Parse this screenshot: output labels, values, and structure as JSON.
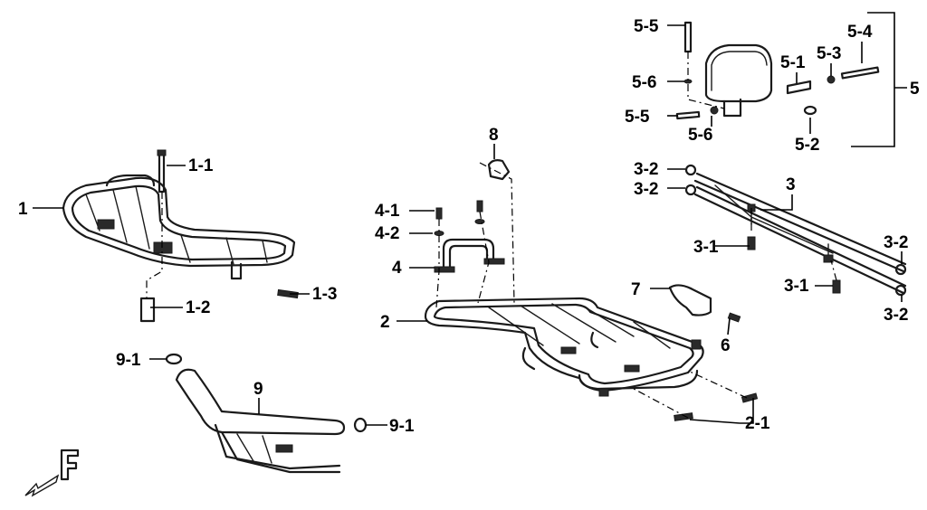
{
  "callouts": {
    "c1": "1",
    "c1_1": "1-1",
    "c1_2": "1-2",
    "c1_3": "1-3",
    "c2": "2",
    "c2_1": "2-1",
    "c3": "3",
    "c3_1a": "3-1",
    "c3_1b": "3-1",
    "c3_2a": "3-2",
    "c3_2b": "3-2",
    "c3_2c": "3-2",
    "c3_2d": "3-2",
    "c4": "4",
    "c4_1": "4-1",
    "c4_2": "4-2",
    "c5": "5",
    "c5_1": "5-1",
    "c5_2": "5-2",
    "c5_3": "5-3",
    "c5_4": "5-4",
    "c5_5a": "5-5",
    "c5_5b": "5-5",
    "c5_6a": "5-6",
    "c5_6b": "5-6",
    "c6": "6",
    "c7": "7",
    "c8": "8",
    "c9": "9",
    "c9_1a": "9-1",
    "c9_1b": "9-1"
  },
  "orientation": {
    "label": "F",
    "icon": "front-direction-arrow-icon"
  }
}
